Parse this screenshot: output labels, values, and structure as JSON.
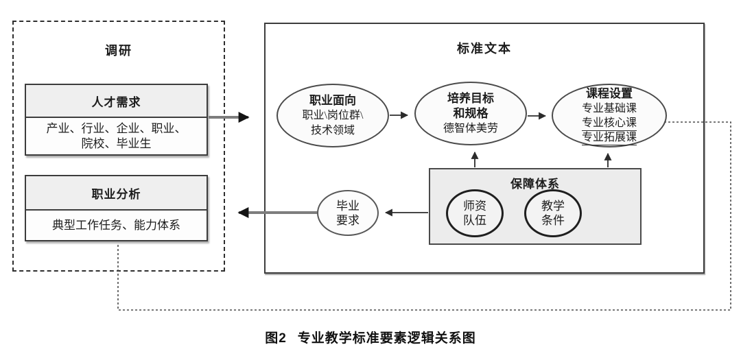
{
  "figure": {
    "caption_prefix": "图2",
    "caption_text": "专业教学标准要素逻辑关系图"
  },
  "survey": {
    "title": "调研",
    "talent_header": "人才需求",
    "talent_body_line1": "产业、行业、企业、职业、",
    "talent_body_line2": "院校、毕业生",
    "analysis_header": "职业分析",
    "analysis_body": "典型工作任务、能力体系"
  },
  "standard": {
    "title": "标准文本",
    "occupation_title": "职业面向",
    "occupation_line2": "职业\\岗位群\\",
    "occupation_line3": "技术领域",
    "objective_title_line1": "培养目标",
    "objective_title_line2": "和规格",
    "objective_body": "德智体美劳",
    "course_title": "课程设置",
    "course_line2": "专业基础课",
    "course_line3": "专业核心课",
    "course_line4": "专业拓展课",
    "graduation_line1": "毕业",
    "graduation_line2": "要求"
  },
  "guarantee": {
    "title": "保障体系",
    "staff_line1": "师资",
    "staff_line2": "队伍",
    "condition_line1": "教学",
    "condition_line2": "条件"
  },
  "colors": {
    "box_border": "#3c3c3c",
    "header_fill": "#efefef",
    "guarantee_fill": "#ececec",
    "thick_arrow_gray": "#7d7d7d",
    "thin_line_dark": "#2b2b2b",
    "dashed_feedback": "#4a4a4a"
  }
}
